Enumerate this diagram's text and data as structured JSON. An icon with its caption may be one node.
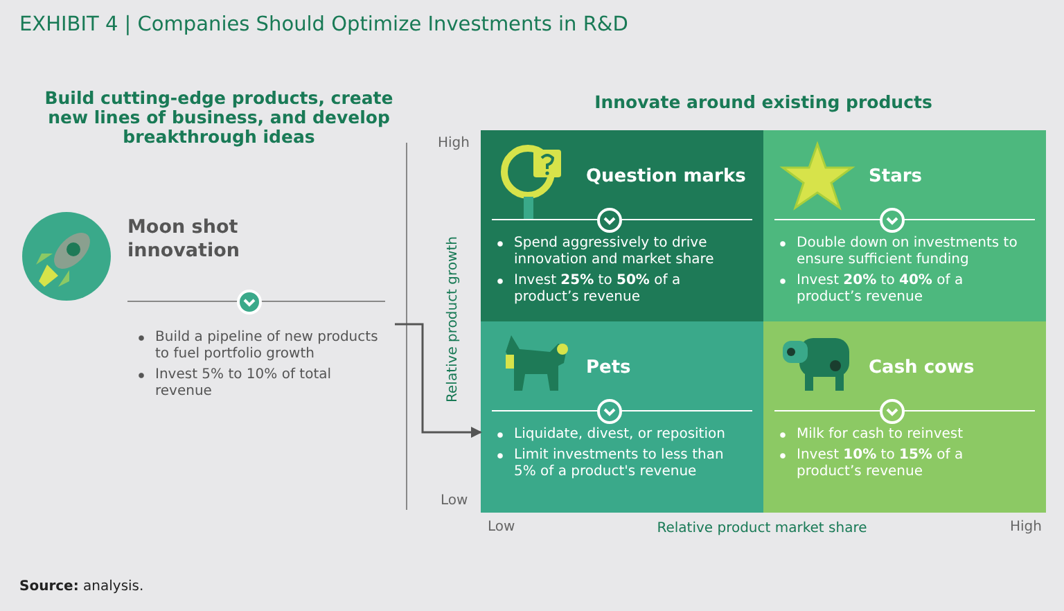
{
  "diagram": {
    "title": "EXHIBIT 4 | Companies Should Optimize Investments in R&D",
    "nodes": [
      {
        "text": [
          "Build cutting-edge products, create new lines of business, and develop breakthrough ideas",
          "Moon shot innovation",
          "Build a pipeline of new products to fuel portfolio growth",
          "Invest 5% to 10% of total revenue"
        ]
      },
      {
        "text": [
          "Innovate around existing products"
        ]
      },
      {
        "text": [
          "Question marks",
          "Spend aggressively to drive innovation and market share",
          "Invest **25%** to **50%** of a product’s revenue"
        ],
        "in": 1
      },
      {
        "text": [
          "Stars",
          "Double down on investments to ensure sufficient funding",
          "Invest **20%** to **40%** of a product’s revenue"
        ],
        "in": 1
      },
      {
        "text": [
          "Pets",
          "Liquidate, divest, or reposition",
          "Limit investments to less than 5% of a product's revenue"
        ],
        "in": 1
      },
      {
        "text": [
          "Cash cows",
          "Milk for cash to reinvest",
          "Invest **10%** to **15%** of a product’s revenue"
        ],
        "in": 1
      }
    ],
    "edges": [
      {
        "from": 0,
        "to": 1,
        "arrow": "to"
      }
    ],
    "labels": [
      "High",
      "Relative product growth",
      "Low",
      "Low",
      "Relative product market share",
      "High",
      "**Source:** analysis."
    ]
  }
}
